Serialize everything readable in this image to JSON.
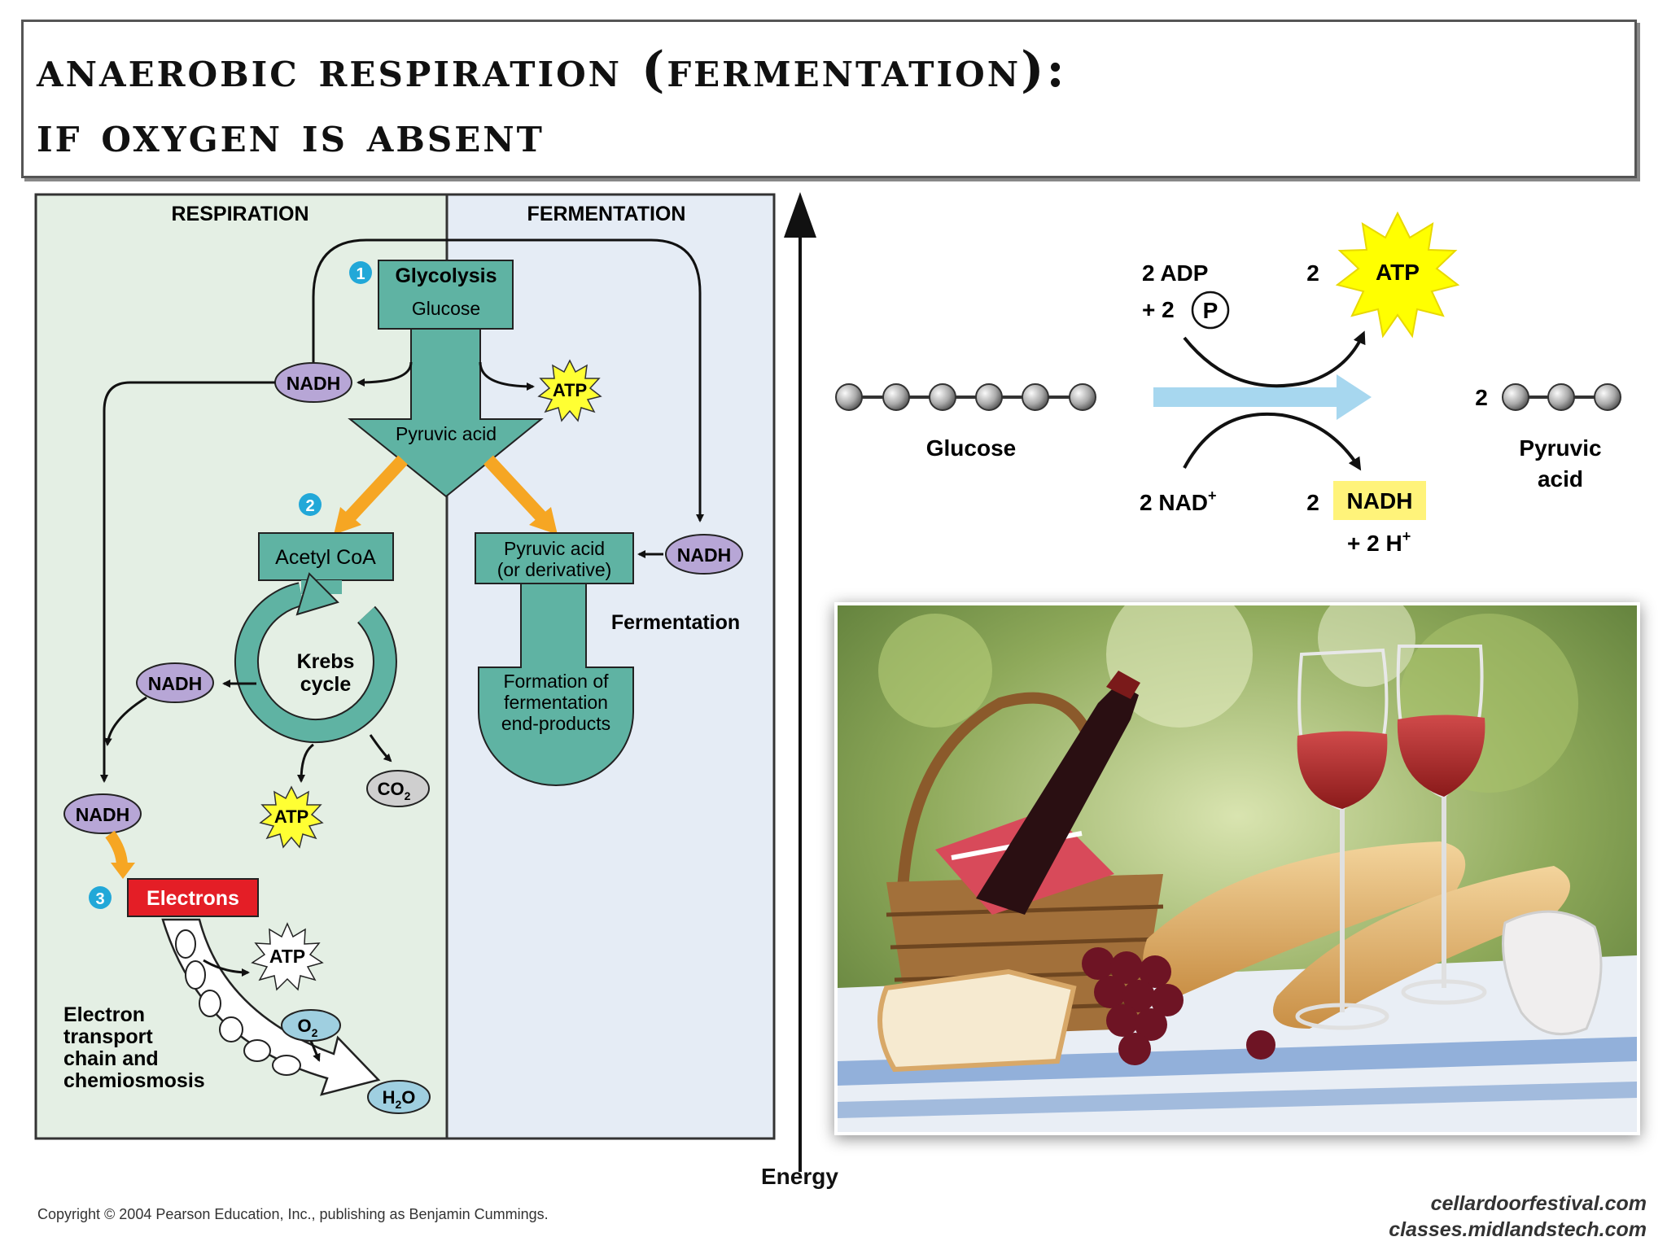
{
  "title": {
    "line1": "Anaerobic Respiration (Fermentation):",
    "line2": "If Oxygen Is Absent"
  },
  "pathway": {
    "respiration_label": "RESPIRATION",
    "fermentation_label": "FERMENTATION",
    "step1": "1",
    "step2": "2",
    "step3": "3",
    "glycolysis": "Glycolysis",
    "glucose": "Glucose",
    "pyruvic_acid": "Pyruvic acid",
    "nadh": "NADH",
    "atp": "ATP",
    "acetyl_coa": "Acetyl CoA",
    "krebs_line1": "Krebs",
    "krebs_line2": "cycle",
    "co2": "CO",
    "co2_sub": "2",
    "pyruvic_deriv_line1": "Pyruvic acid",
    "pyruvic_deriv_line2": "(or derivative)",
    "fermentation": "Fermentation",
    "formation_line1": "Formation of",
    "formation_line2": "fermentation",
    "formation_line3": "end-products",
    "electrons": "Electrons",
    "etc_line1": "Electron",
    "etc_line2": "transport",
    "etc_line3": "chain and",
    "etc_line4": "chemiosmosis",
    "o2": "O",
    "o2_sub": "2",
    "h2o_h": "H",
    "h2o_sub": "2",
    "h2o_o": "O"
  },
  "glycolysis_reaction": {
    "energy_label": "Energy",
    "adp": "2 ADP",
    "plus2": "+ 2",
    "p_symbol": "P",
    "atp_count": "2",
    "atp": "ATP",
    "glucose": "Glucose",
    "pyruvic_count": "2",
    "pyruvic_line1": "Pyruvic",
    "pyruvic_line2": "acid",
    "nad": "2 NAD",
    "nad_sup": "+",
    "nadh_count": "2",
    "nadh": "NADH",
    "h_plus": "+ 2 H",
    "h_sup": "+"
  },
  "footer": {
    "copyright": "Copyright © 2004 Pearson Education, Inc., publishing as Benjamin Cummings.",
    "credit1": "cellardoorfestival.com",
    "credit2": "classes.midlandstech.com"
  },
  "colors": {
    "respiration_bg": "#e4efe4",
    "fermentation_bg": "#e5ecf5",
    "teal": "#5fb3a3",
    "nadh_purple": "#b7a6d6",
    "atp_yellow": "#ffff33",
    "electrons_red": "#e41e26",
    "orange_arrow": "#f6a623",
    "step_blue": "#22a8d8",
    "reaction_arrow": "#a7d7ef",
    "nadh_highlight": "#fff37a"
  },
  "icons": {
    "atp": "starburst-icon",
    "photo": "picnic-wine-photo"
  }
}
